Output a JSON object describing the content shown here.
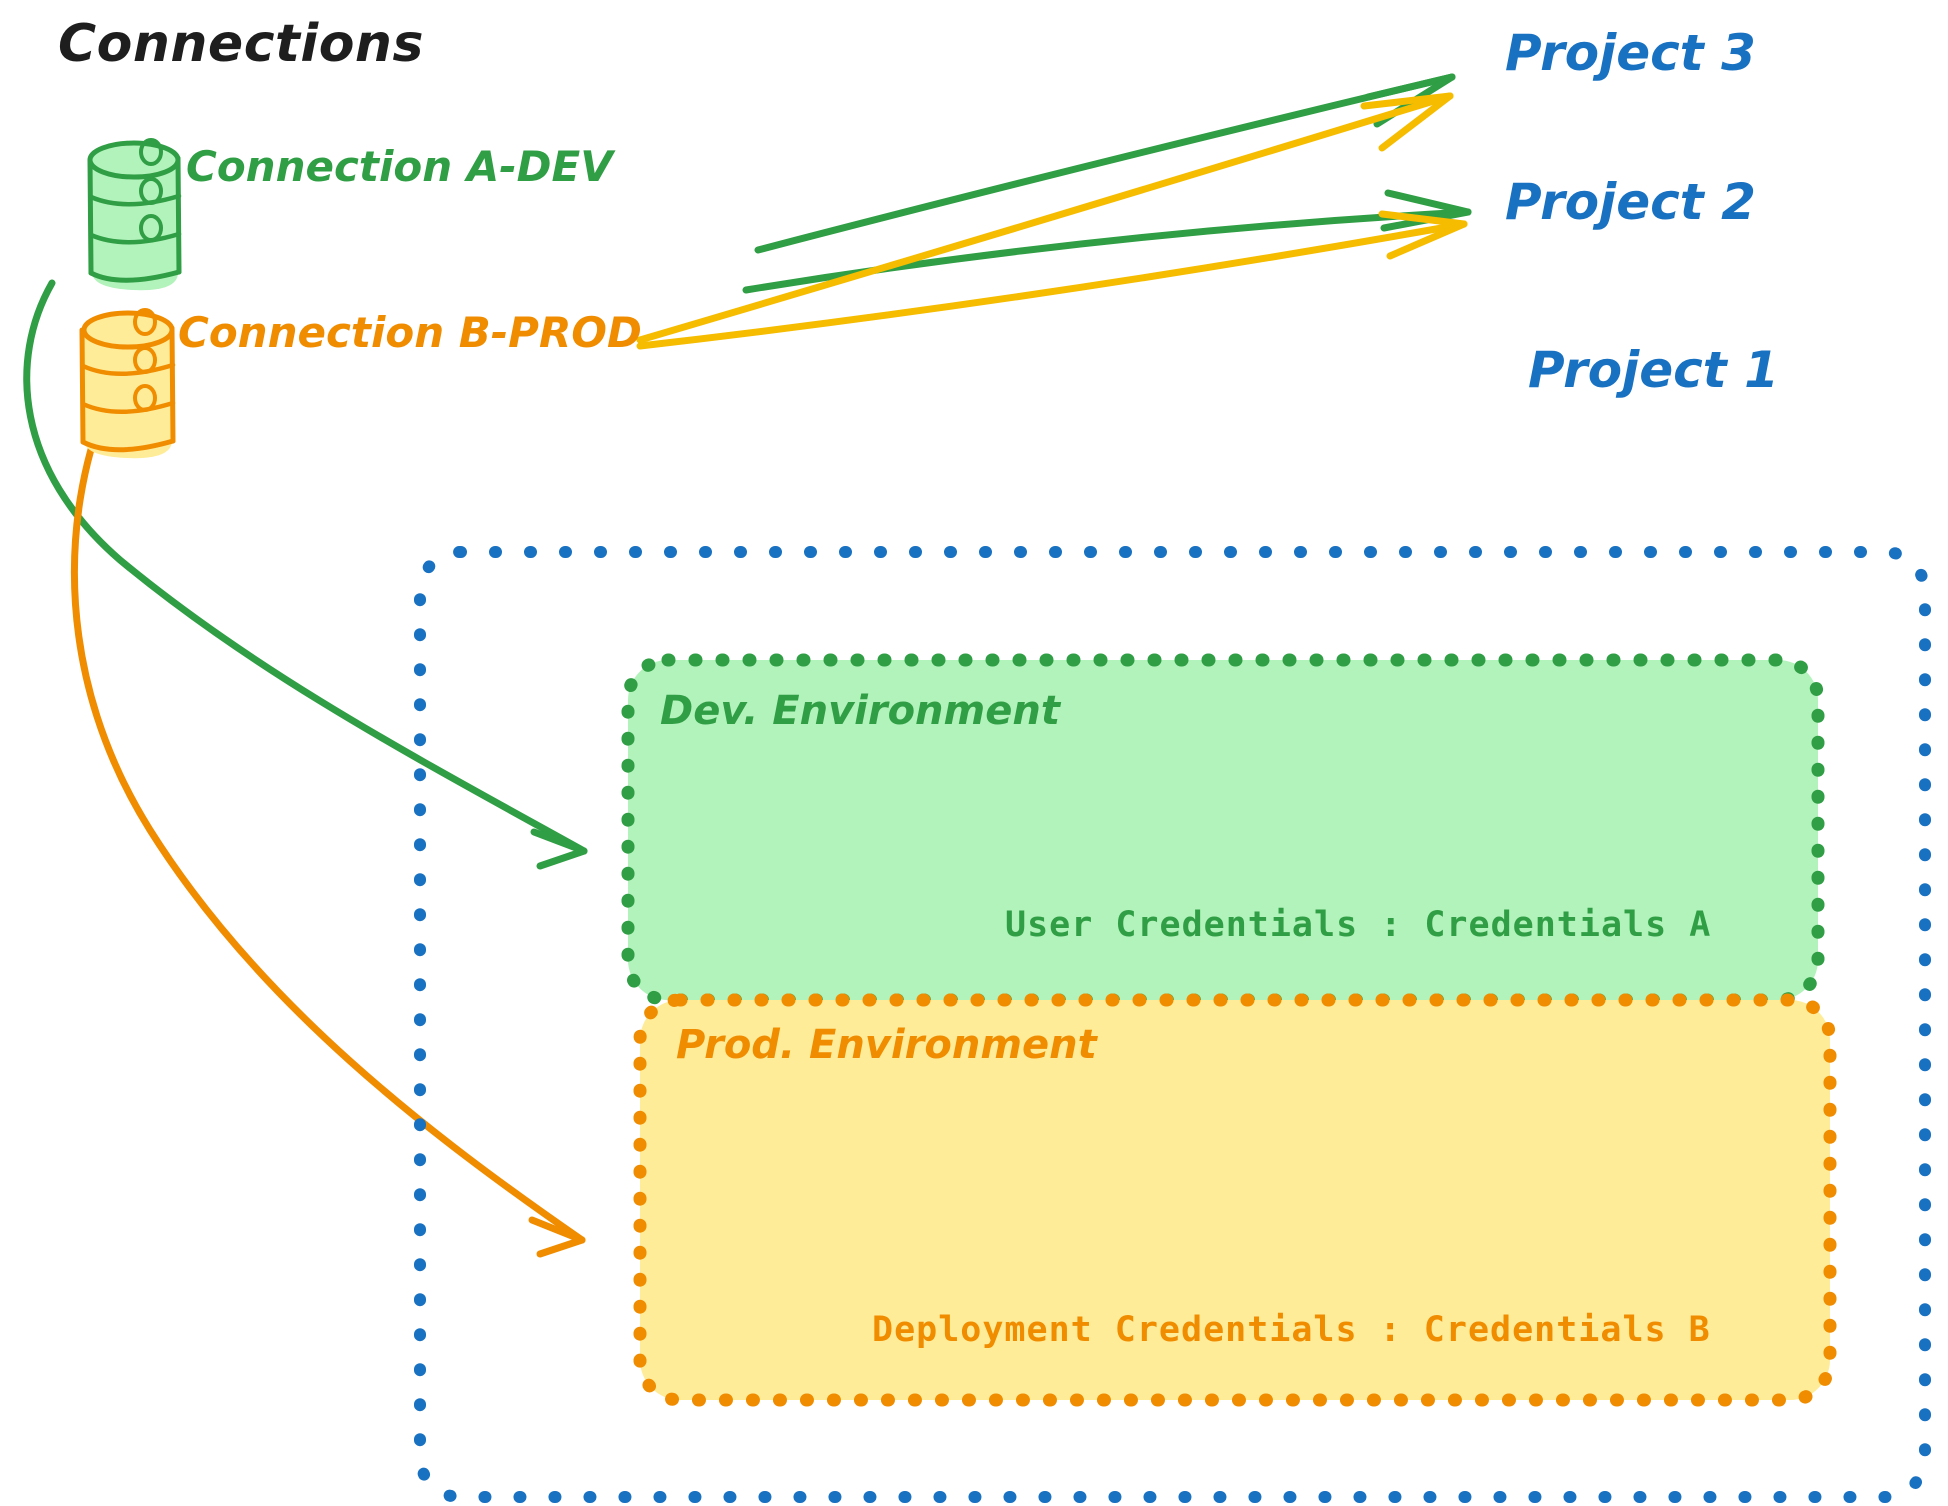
{
  "title": "Connections",
  "colors": {
    "green_stroke": "#2f9e44",
    "green_fill": "#b2f2bb",
    "orange_stroke": "#f08c00",
    "orange_fill": "#ffec99",
    "amber_arrow": "#f5bc00",
    "blue": "#1971c2",
    "black": "#1e1e1e"
  },
  "connections": [
    {
      "id": "connection-a-dev",
      "label": "Connection A-DEV",
      "color": "#2f9e44",
      "icon": "database-icon"
    },
    {
      "id": "connection-b-prod",
      "label": "Connection B-PROD",
      "color": "#f08c00",
      "icon": "database-icon"
    }
  ],
  "projects": [
    {
      "id": "project-3",
      "label": "Project 3"
    },
    {
      "id": "project-2",
      "label": "Project 2"
    },
    {
      "id": "project-1",
      "label": "Project 1"
    }
  ],
  "project_1": {
    "label": "Project 1",
    "environments": [
      {
        "id": "dev-environment",
        "title": "Dev. Environment",
        "credential_label": "User Credentials",
        "credential_separator": ":",
        "credential_value": "Credentials A",
        "credential_line": "User Credentials : Credentials A",
        "stroke": "#2f9e44",
        "fill": "#b2f2bb"
      },
      {
        "id": "prod-environment",
        "title": "Prod. Environment",
        "credential_label": "Deployment Credentials",
        "credential_separator": ":",
        "credential_value": "Credentials B",
        "credential_line": "Deployment Credentials : Credentials B",
        "stroke": "#f08c00",
        "fill": "#ffec99"
      }
    ]
  },
  "edges": [
    {
      "id": "edge-a-dev-to-project-3",
      "from": "connection-a-dev",
      "to": "project-3",
      "color": "#2f9e44"
    },
    {
      "id": "edge-a-dev-to-project-2",
      "from": "connection-a-dev",
      "to": "project-2",
      "color": "#2f9e44"
    },
    {
      "id": "edge-b-prod-to-project-3",
      "from": "connection-b-prod",
      "to": "project-3",
      "color": "#f5bc00"
    },
    {
      "id": "edge-b-prod-to-project-2",
      "from": "connection-b-prod",
      "to": "project-2",
      "color": "#f5bc00"
    },
    {
      "id": "edge-a-dev-to-dev-environment",
      "from": "connection-a-dev",
      "to": "dev-environment",
      "color": "#2f9e44"
    },
    {
      "id": "edge-b-prod-to-prod-environment",
      "from": "connection-b-prod",
      "to": "prod-environment",
      "color": "#f08c00"
    }
  ]
}
